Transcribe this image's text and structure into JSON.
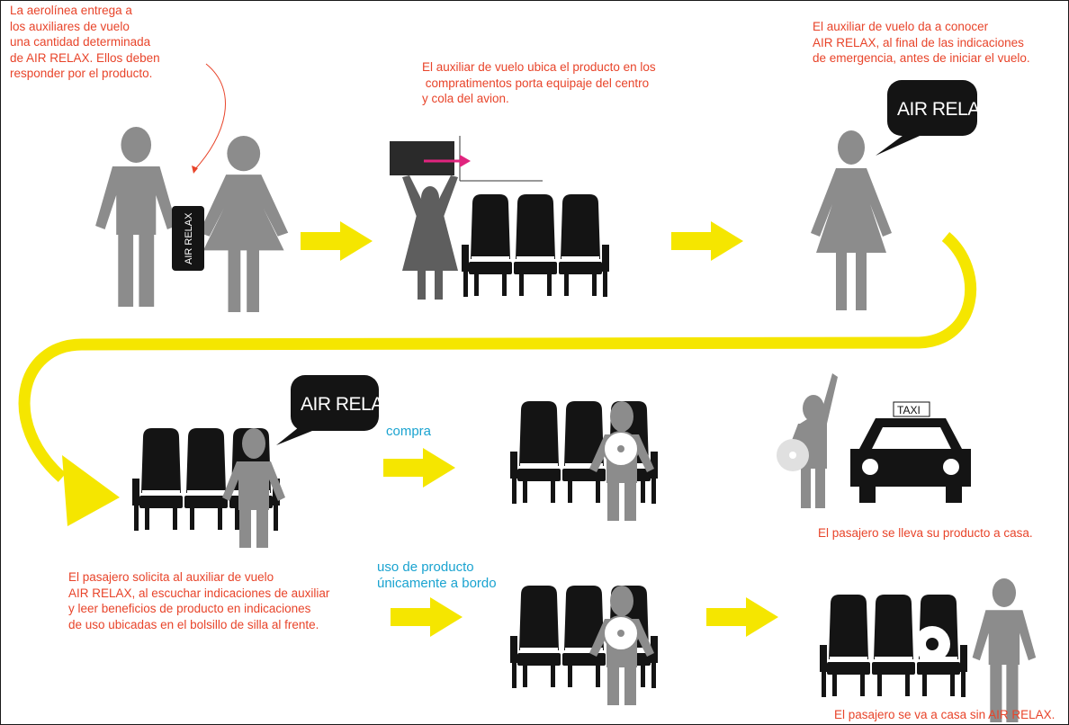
{
  "steps": {
    "airline_delivery": "La aerolínea entrega a\nlos auxiliares de vuelo\nuna cantidad determinada\nde AIR RELAX. Ellos deben\nresponder por el producto.",
    "stowage": "El auxiliar de vuelo ubica el producto en los\n compratimentos porta equipaje del centro\ny cola del avion.",
    "announcement": "El auxiliar de vuelo da a conocer\nAIR RELAX, al final de las indicaciones\nde emergencia, antes de iniciar el vuelo.",
    "request": "El pasajero solicita al auxiliar de vuelo\nAIR RELAX, al escuchar indicaciones de auxiliar\ny leer beneficios de producto en indicaciones\nde uso ubicadas en el bolsillo de silla al frente.",
    "take_home": "El pasajero se lleva su producto a casa.",
    "leave_without": "El pasajero se va a casa sin AIR RELAX."
  },
  "branches": {
    "purchase": "compra",
    "onboard_use": "uso de producto\núnicamente a bordo"
  },
  "product": {
    "name_bubble_1": "AIR RELAX",
    "name_bubble_2": "AIR RELAX",
    "bag_label": "AIR RELAX"
  },
  "taxi_sign": "TAXI",
  "colors": {
    "annotation_text": "#e8442a",
    "branch_text": "#1aa3d0",
    "arrow": "#f5e600",
    "figure": "#8c8c8c",
    "seat": "#141414"
  }
}
